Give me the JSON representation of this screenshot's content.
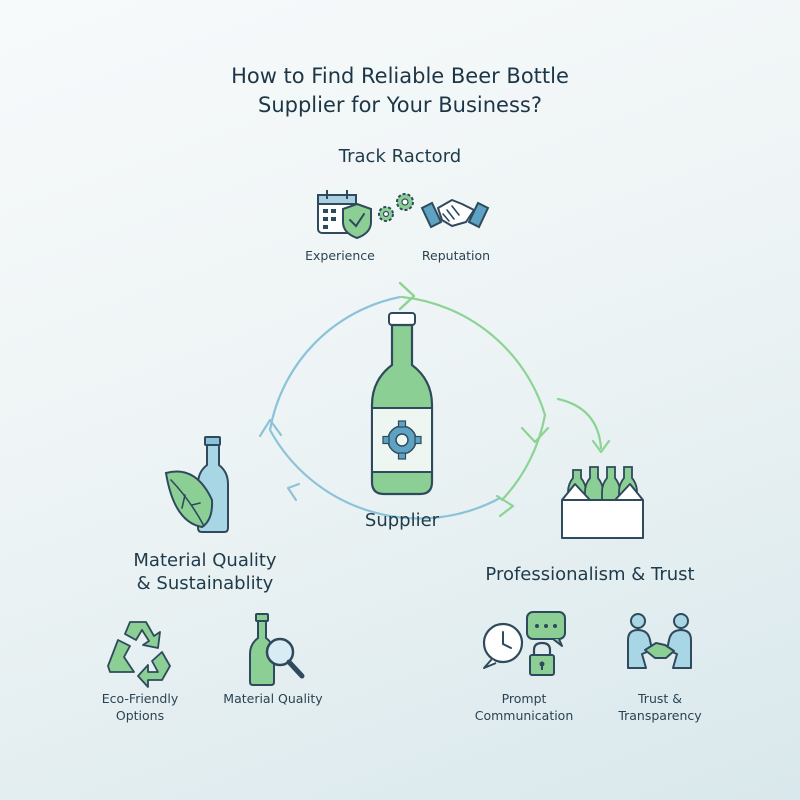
{
  "title": {
    "line1": "How to Find Reliable Beer Bottle",
    "line2": "Supplier for Your Business?"
  },
  "top_section": {
    "heading": "Track Ractord",
    "items": [
      {
        "label": "Experience",
        "icon": "calendar-shield-gears-icon"
      },
      {
        "label": "Reputation",
        "icon": "handshake-icon"
      }
    ]
  },
  "center": {
    "label": "Supplier",
    "icon": "beer-bottle-gear-icon"
  },
  "left_section": {
    "heading_line1": "Material Quality",
    "heading_line2": "& Sustainablity",
    "icon": "leaf-bottle-icon",
    "items": [
      {
        "label_line1": "Eco-Friendly",
        "label_line2": "Options",
        "icon": "recycle-icon"
      },
      {
        "label_line1": "Material Quality",
        "label_line2": "",
        "icon": "bottle-magnifier-icon"
      }
    ]
  },
  "right_section": {
    "heading": "Professionalism & Trust",
    "icon": "bottle-crate-icon",
    "items": [
      {
        "label_line1": "Prompt",
        "label_line2": "Communication",
        "icon": "clock-chat-lock-icon"
      },
      {
        "label_line1": "Trust &",
        "label_line2": "Transparency",
        "icon": "people-handshake-icon"
      }
    ]
  },
  "colors": {
    "green": "#7cc488",
    "green_dark": "#2f5e4a",
    "blue": "#8cc3d8",
    "navy": "#2f4a5c",
    "bottle_fill": "#8ccf94"
  }
}
